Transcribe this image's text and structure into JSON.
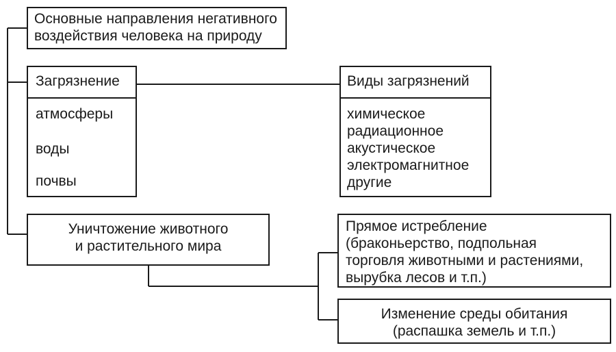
{
  "title_box": {
    "text": "Основные направления негативного\nвоздействия человека на природу"
  },
  "pollution": {
    "header": "Загрязнение",
    "items": [
      "атмосферы",
      "воды",
      "почвы"
    ]
  },
  "pollution_types": {
    "header": "Виды загрязнений",
    "items": [
      "химическое",
      "радиационное",
      "акустическое",
      "электромагнитное",
      "другие"
    ]
  },
  "destruction": {
    "text": "Уничтожение животного\nи растительного мира"
  },
  "direct_extermination": {
    "text": "Прямое истребление\n(браконьерство, подпольная\nторговля животными и растениями,\nвырубка лесов и т.п.)"
  },
  "habitat_change": {
    "text": "Изменение среды обитания\n(распашка земель и т.п.)"
  }
}
